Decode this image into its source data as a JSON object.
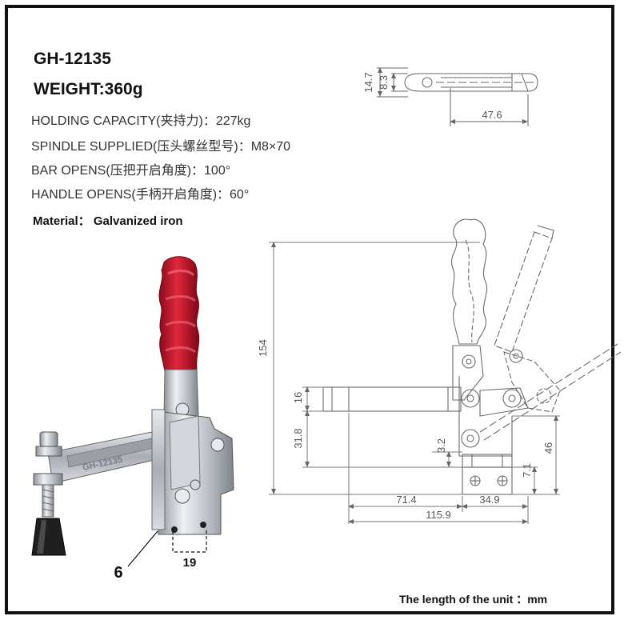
{
  "model": "GH-12135",
  "weight": "WEIGHT:360g",
  "specs": {
    "holding_capacity": "HOLDING CAPACITY(夹持力)：227kg",
    "spindle": "SPINDLE SUPPLIED(压头螺丝型号)：M8×70",
    "bar_opens": "BAR OPENS(压把开启角度)：100°",
    "handle_opens": "HANDLE OPENS(手柄开启角度)：60°"
  },
  "material": "Material：  Galvanized iron",
  "unit_note": "The length of the unit ：mm",
  "photo": {
    "engraving": "GH-12135",
    "hole_spacing": "19",
    "callout": "6"
  },
  "dimensions": {
    "top_view": {
      "d1": "14.7",
      "d2": "8.3",
      "d3": "47.6"
    },
    "side_view": {
      "height": "154",
      "d16": "16",
      "d31_8": "31.8",
      "d3_2": "3.2",
      "d46": "46",
      "d7_1": "7.1",
      "d71_4": "71.4",
      "d34_9": "34.9",
      "d115_9": "115.9"
    }
  },
  "colors": {
    "handle": "#c8102e",
    "steel": "#c9ccd2",
    "line": "#666666"
  }
}
